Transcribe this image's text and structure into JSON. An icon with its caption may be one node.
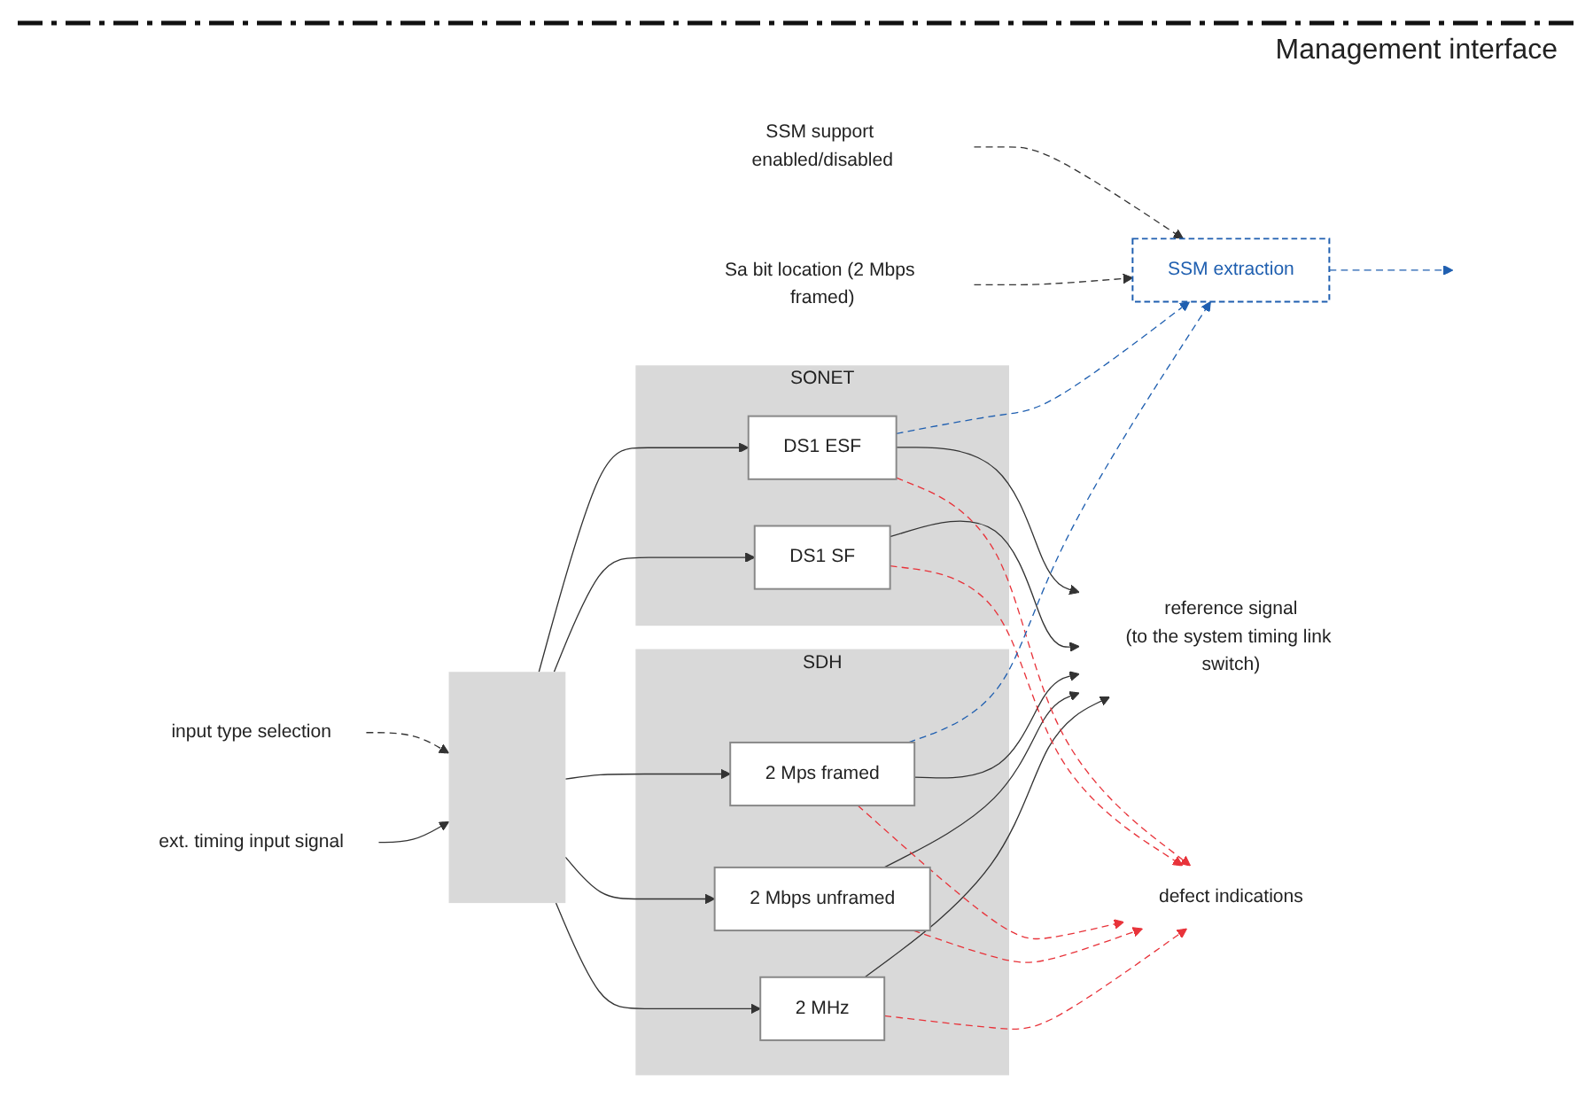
{
  "diagram": {
    "nodes": [
      {
        "text": [
          "ext. timing input signal"
        ]
      },
      {
        "text": [],
        "shape": "box"
      },
      {
        "text": [
          "SDH"
        ]
      },
      {
        "text": [
          "2 MHz"
        ],
        "in": 2
      },
      {
        "text": [
          "2 Mbps unframed"
        ],
        "in": 2
      },
      {
        "text": [
          "2 Mps framed"
        ],
        "in": 2
      },
      {
        "text": [
          "SONET"
        ]
      },
      {
        "text": [
          "DS1 SF"
        ],
        "in": 6
      },
      {
        "text": [
          "DS1 ESF"
        ],
        "in": 6
      },
      {
        "text": [
          "SSM extraction"
        ]
      },
      {
        "text": [
          "reference signal",
          "(to the system timing link switch)"
        ]
      },
      {
        "text": [
          "defect indications"
        ]
      },
      {
        "text": [
          "input type selection"
        ]
      },
      {
        "text": [
          "Sa bit location (2 Mbps framed)"
        ]
      },
      {
        "text": [
          "SSM support enabled/disabled"
        ]
      }
    ],
    "edges": [
      {
        "from": 0,
        "to": 1,
        "arrow": "to"
      },
      {
        "from": 12,
        "to": 1,
        "arrow": "to",
        "style": "dashed"
      },
      {
        "from": 1,
        "to": 3,
        "arrow": "to"
      },
      {
        "from": 1,
        "to": 4,
        "arrow": "to"
      },
      {
        "from": 1,
        "to": 5,
        "arrow": "to"
      },
      {
        "from": 1,
        "to": 7,
        "arrow": "to"
      },
      {
        "from": 1,
        "to": 8,
        "arrow": "to"
      },
      {
        "from": 3,
        "to": 10,
        "arrow": "to"
      },
      {
        "from": 4,
        "to": 10,
        "arrow": "to"
      },
      {
        "from": 5,
        "to": 10,
        "arrow": "to"
      },
      {
        "from": 7,
        "to": 10,
        "arrow": "to"
      },
      {
        "from": 8,
        "to": 10,
        "arrow": "to"
      },
      {
        "from": 3,
        "to": 11,
        "arrow": "to",
        "style": "dashed",
        "color": "#e8333a"
      },
      {
        "from": 4,
        "to": 11,
        "arrow": "to",
        "style": "dashed",
        "color": "#e8333a"
      },
      {
        "from": 5,
        "to": 11,
        "arrow": "to",
        "style": "dashed",
        "color": "#e8333a"
      },
      {
        "from": 7,
        "to": 11,
        "arrow": "to",
        "style": "dashed",
        "color": "#e8333a"
      },
      {
        "from": 8,
        "to": 11,
        "arrow": "to",
        "style": "dashed",
        "color": "#e8333a"
      },
      {
        "from": 5,
        "to": 9,
        "arrow": "to",
        "style": "dashed",
        "color": "#1f5fb0"
      },
      {
        "from": 8,
        "to": 9,
        "arrow": "to",
        "style": "dashed",
        "color": "#1f5fb0"
      },
      {
        "from": 13,
        "to": 9,
        "arrow": "to",
        "style": "dashed"
      },
      {
        "from": 14,
        "to": 9,
        "arrow": "to",
        "style": "dashed"
      },
      {
        "from": 9,
        "to": null,
        "arrow": "to",
        "style": "dashed",
        "color": "#1f5fb0"
      }
    ],
    "labels": [
      "Management interface"
    ]
  }
}
